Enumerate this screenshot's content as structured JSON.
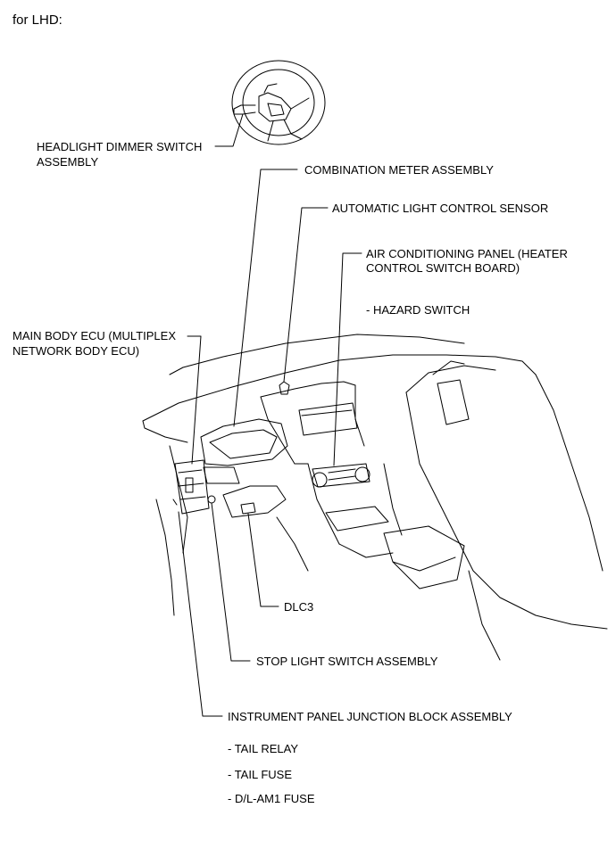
{
  "title": "for LHD:",
  "labels": {
    "headlight_dimmer_line1": "HEADLIGHT DIMMER SWITCH",
    "headlight_dimmer_line2": "ASSEMBLY",
    "combination_meter": "COMBINATION METER ASSEMBLY",
    "auto_light_sensor": "AUTOMATIC LIGHT CONTROL SENSOR",
    "ac_panel_line1": "AIR CONDITIONING PANEL (HEATER",
    "ac_panel_line2": "CONTROL SWITCH BOARD)",
    "hazard_switch": "- HAZARD SWITCH",
    "main_body_ecu_line1": "MAIN BODY ECU (MULTIPLEX",
    "main_body_ecu_line2": "NETWORK BODY ECU)",
    "dlc3": "DLC3",
    "stop_light_switch": "STOP LIGHT SWITCH ASSEMBLY",
    "ip_junction_block": "INSTRUMENT PANEL JUNCTION BLOCK ASSEMBLY",
    "tail_relay": "- TAIL RELAY",
    "tail_fuse": "- TAIL FUSE",
    "dl_am1_fuse": "- D/L-AM1 FUSE"
  }
}
